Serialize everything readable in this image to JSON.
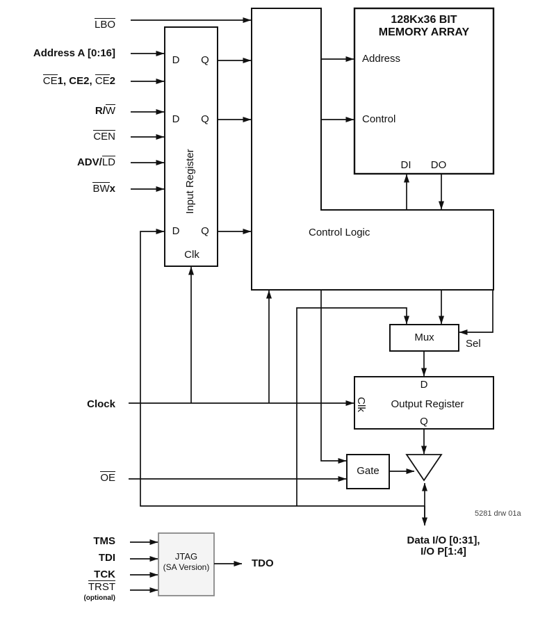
{
  "blocks": {
    "input_register": {
      "title": "Input Register",
      "clk": "Clk",
      "d": "D",
      "q": "Q"
    },
    "memory_array": {
      "title_line1": "128Kx36 BIT",
      "title_line2": "MEMORY ARRAY",
      "address_port": "Address",
      "control_port": "Control",
      "di": "DI",
      "do": "DO"
    },
    "control_logic": {
      "title": "Control Logic"
    },
    "mux": {
      "title": "Mux",
      "sel": "Sel"
    },
    "output_register": {
      "title": "Output Register",
      "d": "D",
      "q": "Q",
      "clk": "Clk"
    },
    "gate": {
      "title": "Gate"
    },
    "jtag": {
      "title": "JTAG",
      "subtitle": "(SA Version)"
    }
  },
  "signals": {
    "lbo": {
      "segments": [
        {
          "t": "LBO",
          "o": true
        }
      ]
    },
    "address_a": {
      "segments": [
        {
          "t": "Address A [0:16]",
          "b": true
        }
      ]
    },
    "ce": {
      "segments": [
        {
          "t": "CE",
          "o": true
        },
        {
          "t": "1, ",
          "b": true
        },
        {
          "t": "CE2, ",
          "b": true
        },
        {
          "t": "CE",
          "o": true
        },
        {
          "t": "2",
          "b": true
        }
      ]
    },
    "rw": {
      "segments": [
        {
          "t": "R/",
          "b": true
        },
        {
          "t": "W",
          "o": true
        }
      ]
    },
    "cen": {
      "segments": [
        {
          "t": "CEN",
          "o": true
        }
      ]
    },
    "adv_ld": {
      "segments": [
        {
          "t": "ADV/",
          "b": true
        },
        {
          "t": "LD",
          "o": true
        }
      ]
    },
    "bwx": {
      "segments": [
        {
          "t": "BW",
          "o": true
        },
        {
          "t": "x",
          "b": true
        }
      ]
    },
    "clock": {
      "segments": [
        {
          "t": "Clock",
          "b": true
        }
      ]
    },
    "oe": {
      "segments": [
        {
          "t": "OE",
          "o": true
        }
      ]
    },
    "tms": {
      "segments": [
        {
          "t": "TMS",
          "b": true
        }
      ]
    },
    "tdi": {
      "segments": [
        {
          "t": "TDI",
          "b": true
        }
      ]
    },
    "tck": {
      "segments": [
        {
          "t": "TCK",
          "b": true
        }
      ]
    },
    "trst": {
      "segments": [
        {
          "t": "TRST",
          "o": true
        }
      ]
    },
    "trst_note": {
      "segments": [
        {
          "t": "(optional)",
          "b": true
        }
      ]
    },
    "tdo": {
      "segments": [
        {
          "t": "TDO",
          "b": true
        }
      ]
    },
    "data_io_line1": {
      "segments": [
        {
          "t": "Data I/O [0:31],",
          "b": true
        }
      ]
    },
    "data_io_line2": {
      "segments": [
        {
          "t": "I/O P[1:4]",
          "b": true
        }
      ]
    }
  },
  "note": "5281 drw 01a",
  "colors": {
    "line": "#111111",
    "jtag_fill": "#f4f4f4",
    "jtag_border": "#888888",
    "background": "#ffffff"
  }
}
